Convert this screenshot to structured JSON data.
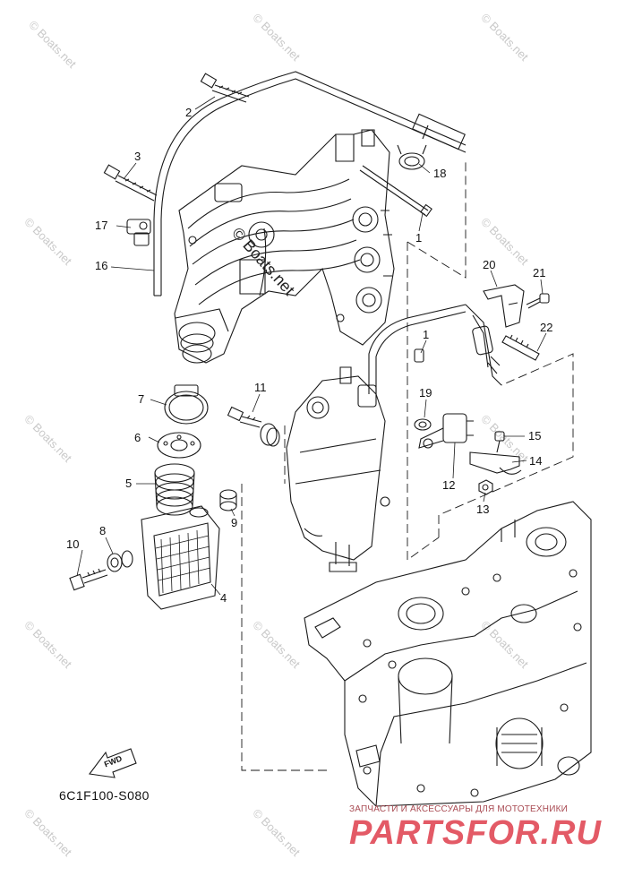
{
  "watermark": "© Boats.net",
  "diagram_code": "6C1F100-S080",
  "fwd_label": "FWD",
  "partsfor": {
    "tagline": "ЗАПЧАСТИ И АКСЕССУАРЫ ДЛЯ МОТОТЕХНИКИ",
    "brand": "PARTSFOR.RU"
  },
  "callouts": [
    {
      "id": "2",
      "label": "2"
    },
    {
      "id": "3",
      "label": "3"
    },
    {
      "id": "17",
      "label": "17"
    },
    {
      "id": "16",
      "label": "16"
    },
    {
      "id": "18",
      "label": "18"
    },
    {
      "id": "1a",
      "label": "1"
    },
    {
      "id": "1b",
      "label": "1"
    },
    {
      "id": "20",
      "label": "20"
    },
    {
      "id": "21",
      "label": "21"
    },
    {
      "id": "22",
      "label": "22"
    },
    {
      "id": "7",
      "label": "7"
    },
    {
      "id": "11",
      "label": "11"
    },
    {
      "id": "19",
      "label": "19"
    },
    {
      "id": "6",
      "label": "6"
    },
    {
      "id": "15",
      "label": "15"
    },
    {
      "id": "5",
      "label": "5"
    },
    {
      "id": "14",
      "label": "14"
    },
    {
      "id": "12",
      "label": "12"
    },
    {
      "id": "9",
      "label": "9"
    },
    {
      "id": "13",
      "label": "13"
    },
    {
      "id": "8",
      "label": "8"
    },
    {
      "id": "10",
      "label": "10"
    },
    {
      "id": "4",
      "label": "4"
    }
  ],
  "colors": {
    "ink": "#1a1a1a",
    "watermark": "#c9c9c9",
    "brand_red": "#e35a66"
  }
}
